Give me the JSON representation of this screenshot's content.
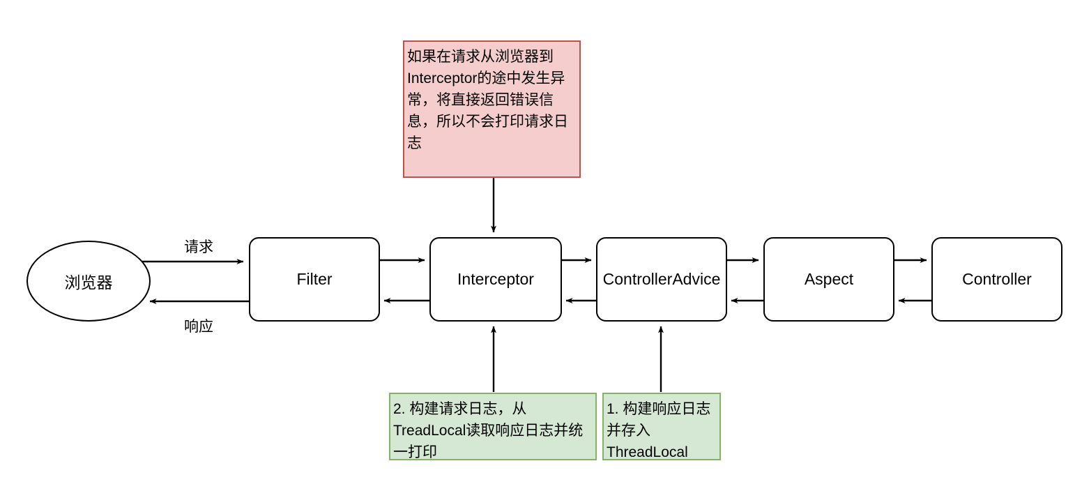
{
  "diagram": {
    "title": "Spring request/response logging flow",
    "colors": {
      "note_red_fill": "#f5cdcd",
      "note_red_border": "#b85450",
      "note_green_fill": "#d5e8d4",
      "note_green_border": "#82b366",
      "node_stroke": "#000000",
      "node_fill": "#ffffff",
      "edge_stroke": "#000000"
    },
    "nodes": {
      "browser": "浏览器",
      "filter": "Filter",
      "interceptor": "Interceptor",
      "controller_advice": "ControllerAdvice",
      "aspect": "Aspect",
      "controller": "Controller"
    },
    "edge_labels": {
      "request": "请求",
      "response": "响应"
    },
    "notes": {
      "red_exception": "如果在请求从浏览器到Interceptor的途中发生异常，将直接返回错误信息，所以不会打印请求日志",
      "green_request_log": "2. 构建请求日志，从TreadLocal读取响应日志并统一打印",
      "green_response_log": "1. 构建响应日志并存入ThreadLocal"
    }
  }
}
